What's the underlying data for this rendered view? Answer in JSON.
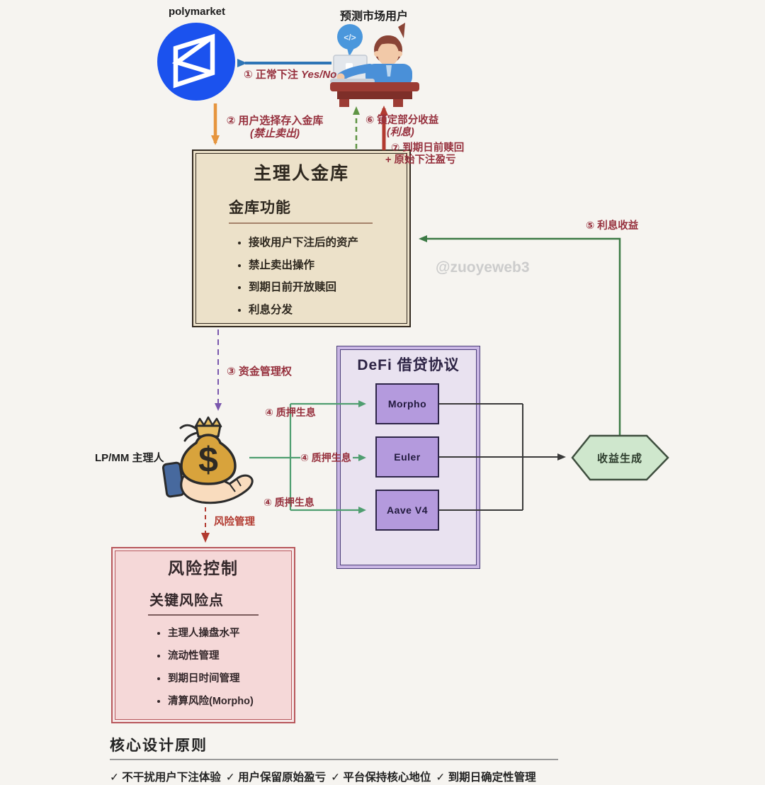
{
  "top": {
    "polymarket_label": "polymarket",
    "user_label": "预测市场用户",
    "code_glyph": "</>"
  },
  "labels": {
    "step1": "① 正常下注 ",
    "step1_em": "Yes/No",
    "step2_l1": "② 用户选择存入金库",
    "step2_l2": "(禁止卖出)",
    "step3": "③ 资金管理权",
    "step4_top": "④ 质押生息",
    "step4_mid": "④ 质押生息",
    "step4_bot": "④ 质押生息",
    "step5": "⑤ 利息收益",
    "step6_l1": "⑥ 锁定部分收益",
    "step6_l2": "(利息)",
    "step7_l1": "⑦ 到期日前赎回",
    "step7_l2": "+ 原始下注盈亏",
    "risk_mgmt": "风险管理",
    "lp_mm": "LP/MM 主理人"
  },
  "vault": {
    "title": "主理人金库",
    "subtitle": "金库功能",
    "bullets": [
      "接收用户下注后的资产",
      "禁止卖出操作",
      "到期日前开放赎回",
      "利息分发"
    ]
  },
  "defi": {
    "title": "DeFi 借贷协议",
    "protocols": [
      "Morpho",
      "Euler",
      "Aave V4"
    ]
  },
  "hexagon": {
    "label": "收益生成"
  },
  "risk": {
    "title": "风险控制",
    "subtitle": "关键风险点",
    "bullets": [
      "主理人操盘水平",
      "流动性管理",
      "到期日时间管理",
      "清算风险(Morpho)"
    ]
  },
  "money_bag": {
    "symbol": "$"
  },
  "watermark": "@zuoyeweb3",
  "principles": {
    "title": "核心设计原则",
    "items": [
      "✓ 不干扰用户下注体验",
      "✓ 用户保留原始盈亏",
      "✓ 平台保持核心地位",
      "✓ 到期日确定性管理"
    ]
  },
  "colors": {
    "page_bg": "#f6f4f0",
    "accent_maroon": "#96303d",
    "arrow_blue": "#2e75b6",
    "arrow_orange": "#e6953e",
    "arrow_red": "#b23a30",
    "arrow_green_dark": "#3c7a45",
    "arrow_green_olive": "#5f9444",
    "arrow_green_teal": "#4f9e70",
    "arrow_purple": "#7a57ad",
    "line_black": "#3a3a3a",
    "vault_bg": "#ece1c9",
    "vault_border": "#32291f",
    "defi_bg": "#e9e2f0",
    "defi_border": "#4a3d78",
    "defi_band": "#c9b6e4",
    "protocol_bg": "#b49add",
    "protocol_border": "#2d2547",
    "risk_bg": "#f5d8d8",
    "risk_border": "#b8575c",
    "risk_band": "#f6e7e7",
    "hex_bg": "#cfe7cd",
    "hex_border": "#3e4e3e",
    "polymarket_blue": "#1b52ee",
    "watermark": "#cccccc"
  }
}
